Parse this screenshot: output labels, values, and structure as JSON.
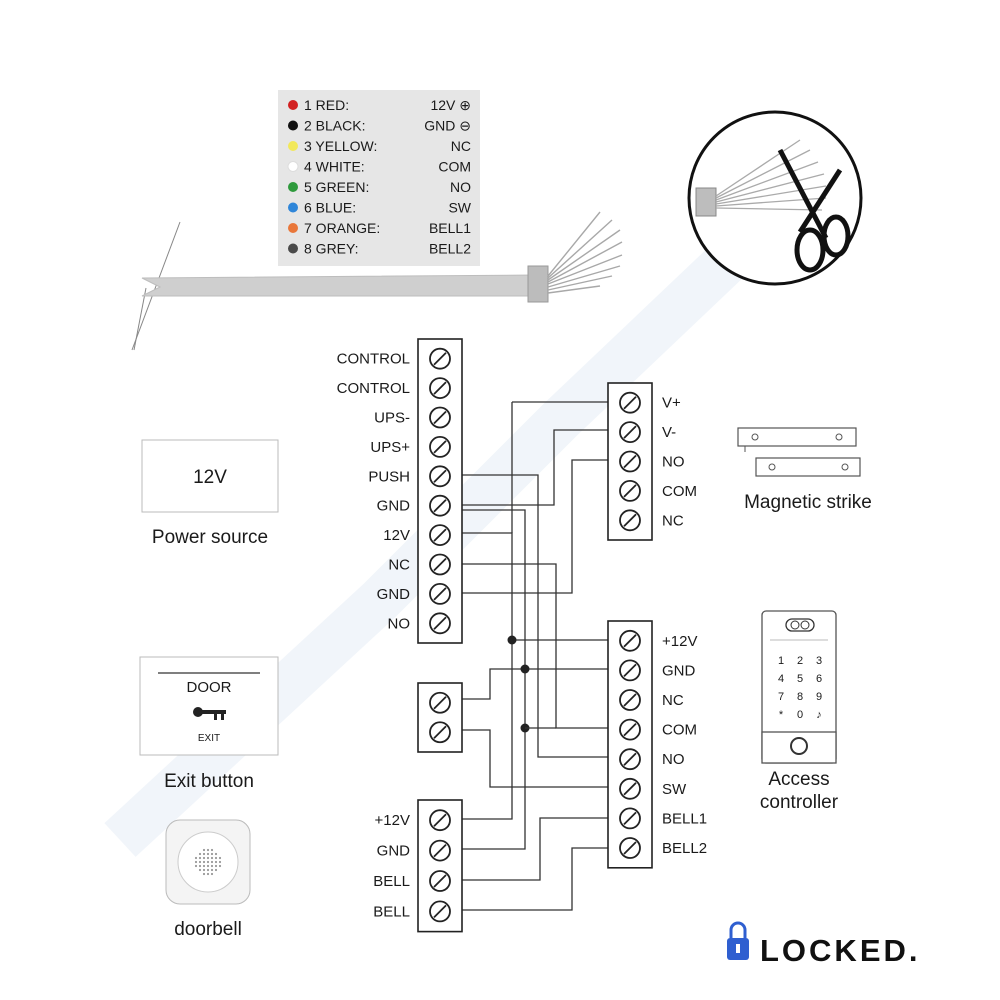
{
  "colors": {
    "wire": "#333333",
    "cable": "#c9c9c9",
    "legend_bg": "#e6e6e6",
    "watermark": "#e9eef7",
    "logo_blue": "#2f5fd0",
    "logo_dark": "#111111"
  },
  "wire_legend": [
    {
      "label": "1 RED:",
      "value": "12V ⊕",
      "color": "#d22020"
    },
    {
      "label": "2 BLACK:",
      "value": "GND ⊖",
      "color": "#111111"
    },
    {
      "label": "3 YELLOW:",
      "value": "NC",
      "color": "#f2e85a"
    },
    {
      "label": "4 WHITE:",
      "value": "COM",
      "color": "#ffffff"
    },
    {
      "label": "5 GREEN:",
      "value": "NO",
      "color": "#2e9a3c"
    },
    {
      "label": "6 BLUE:",
      "value": "SW",
      "color": "#2f86d9"
    },
    {
      "label": "7 ORANGE:",
      "value": "BELL1",
      "color": "#e9773a"
    },
    {
      "label": "8 GREY:",
      "value": "BELL2",
      "color": "#4a4a4a"
    }
  ],
  "power_terminal": [
    "CONTROL",
    "CONTROL",
    "UPS-",
    "UPS+",
    "PUSH",
    "GND",
    "12V",
    "NC",
    "GND",
    "NO"
  ],
  "lock_terminal": [
    "V+",
    "V-",
    "NO",
    "COM",
    "NC"
  ],
  "controller_terminal": [
    "+12V",
    "GND",
    "NC",
    "COM",
    "NO",
    "SW",
    "BELL1",
    "BELL2"
  ],
  "doorbell_terminal": [
    "+12V",
    "GND",
    "BELL",
    "BELL"
  ],
  "power_source": {
    "value": "12V",
    "caption": "Power source"
  },
  "exit_button": {
    "title": "DOOR",
    "sub": "EXIT",
    "caption": "Exit button"
  },
  "magnetic_strike": {
    "caption": "Magnetic strike"
  },
  "access_controller": {
    "caption_line1": "Access",
    "caption_line2": "controller",
    "keys": [
      "1",
      "2",
      "3",
      "4",
      "5",
      "6",
      "7",
      "8",
      "9",
      "*",
      "0",
      "♪"
    ]
  },
  "doorbell": {
    "caption": "doorbell"
  },
  "logo": {
    "text": "LOCKED."
  }
}
